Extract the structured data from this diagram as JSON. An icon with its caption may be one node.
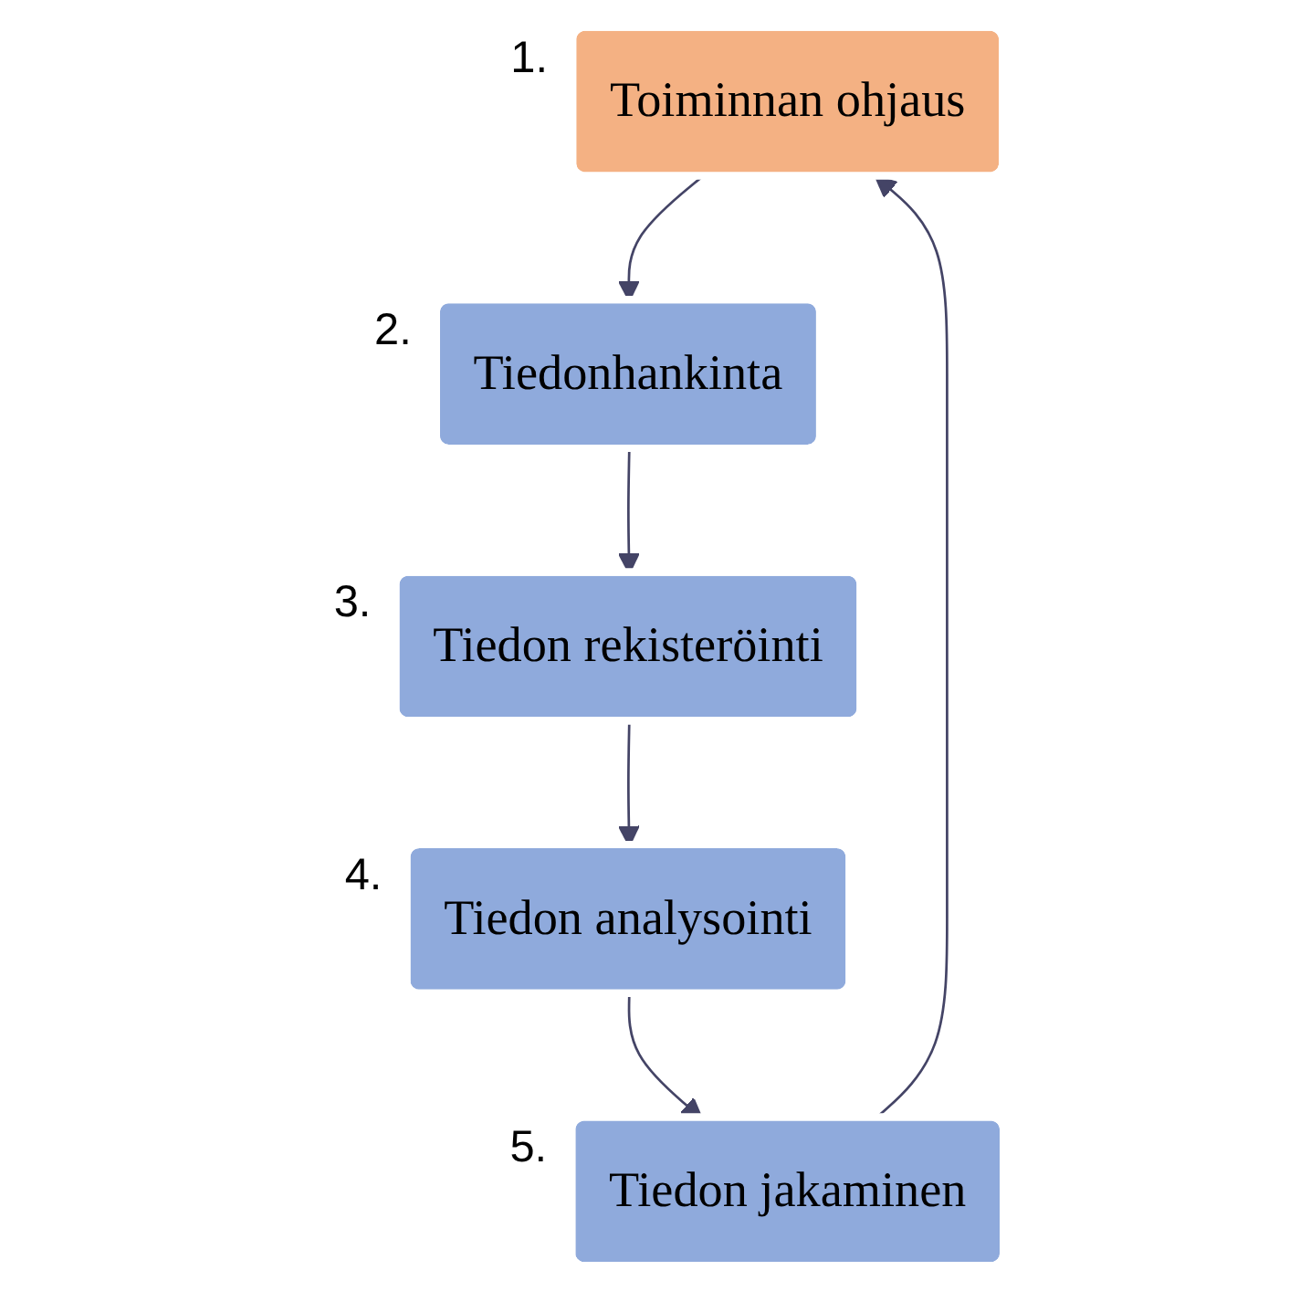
{
  "diagram": {
    "nodes": [
      {
        "text": [
          "Toiminnan ohjaus"
        ],
        "beside": [
          "1."
        ]
      },
      {
        "text": [
          "Tiedonhankinta"
        ],
        "beside": [
          "2."
        ]
      },
      {
        "text": [
          "Tiedon rekisteröinti"
        ],
        "beside": [
          "3."
        ]
      },
      {
        "text": [
          "Tiedon analysointi"
        ],
        "beside": [
          "4."
        ]
      },
      {
        "text": [
          "Tiedon jakaminen"
        ],
        "beside": [
          "5."
        ]
      }
    ],
    "edges": [
      {
        "from": 0,
        "to": 1,
        "arrow": "to"
      },
      {
        "from": 1,
        "to": 2,
        "arrow": "to"
      },
      {
        "from": 2,
        "to": 3,
        "arrow": "to"
      },
      {
        "from": 3,
        "to": 4,
        "arrow": "to"
      },
      {
        "from": 4,
        "to": 0,
        "arrow": "to"
      }
    ]
  }
}
